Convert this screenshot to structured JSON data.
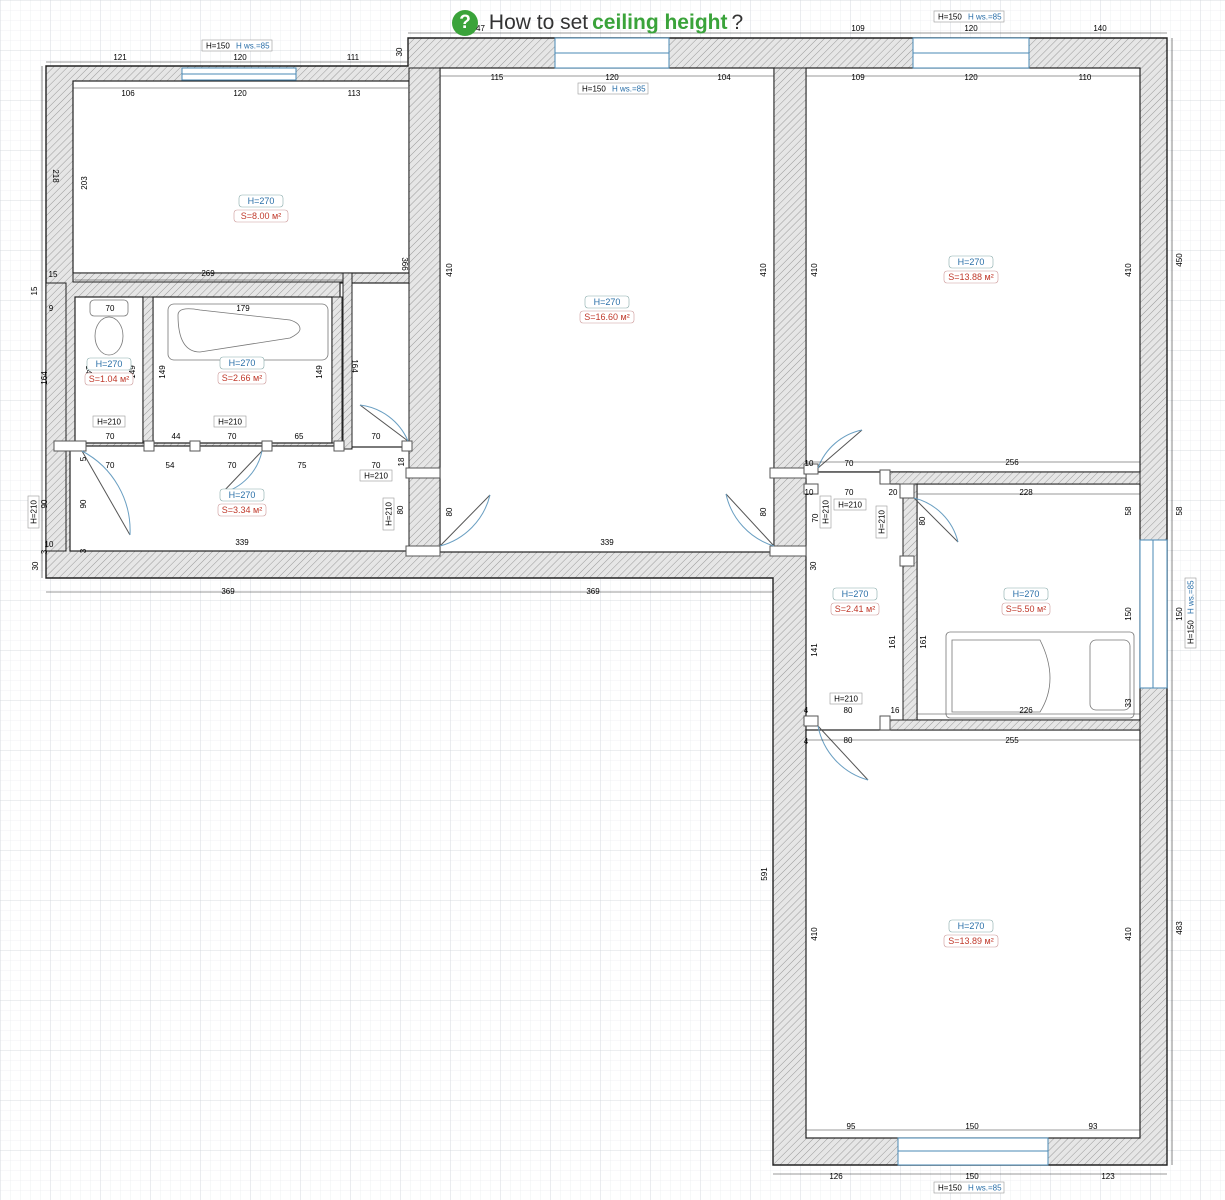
{
  "help": {
    "prefix": "How to set ",
    "highlight": "ceiling height",
    "suffix": "?",
    "dim": "47"
  },
  "window_tags": {
    "h": "H=150",
    "sill": "H ws.=85"
  },
  "door_tag": "H=210",
  "rooms": [
    {
      "h": "H=270",
      "s": "S=8.00 м²"
    },
    {
      "h": "H=270",
      "s": "S=16.60 м²"
    },
    {
      "h": "H=270",
      "s": "S=13.88 м²"
    },
    {
      "h": "H=270",
      "s": "S=1.04 м²"
    },
    {
      "h": "H=270",
      "s": "S=2.66 м²"
    },
    {
      "h": "H=270",
      "s": "S=3.34 м²"
    },
    {
      "h": "H=270",
      "s": "S=2.41 м²"
    },
    {
      "h": "H=270",
      "s": "S=5.50 м²"
    },
    {
      "h": "H=270",
      "s": "S=13.89 м²"
    }
  ],
  "dims": {
    "top_a1": "121",
    "top_a2": "120",
    "top_a3": "111",
    "top_a4": "30",
    "top_b1": "109",
    "top_b2": "120",
    "top_b3": "140",
    "r1_top1": "106",
    "r1_top2": "120",
    "r1_top3": "113",
    "r2_top1": "115",
    "r2_top2": "120",
    "r2_top3": "104",
    "r3_top1": "109",
    "r3_top2": "120",
    "r3_top3": "110",
    "left_218": "218",
    "left_203": "203",
    "left_15a": "15",
    "left_15b": "15",
    "left_9": "9",
    "left_164": "164",
    "left_90": "90",
    "left_5": "5",
    "left_10": "10",
    "left_3a": "3",
    "left_3b": "3",
    "left_30": "30",
    "r1_v366": "366",
    "r1_h269": "269",
    "wc_70": "70",
    "wc_149": "149",
    "bath_179": "179",
    "bath_149a": "149",
    "bath_149b": "149",
    "bath_164": "164",
    "c_44": "44",
    "c_70a": "70",
    "c_65": "65",
    "c_70b": "70",
    "c_70top": "70",
    "c_b70": "70",
    "c_b54": "54",
    "c_b70b": "70",
    "c_b75": "75",
    "c_b70c": "70",
    "c_18": "18",
    "c_80": "80",
    "c_339": "339",
    "c_90": "90",
    "r2_410a": "410",
    "r2_410b": "410",
    "r2_80a": "80",
    "r2_80b": "80",
    "r2_339": "339",
    "bot_369a": "369",
    "bot_369b": "369",
    "r3_410a": "410",
    "r3_410b": "410",
    "r3_450": "450",
    "r3_256": "256",
    "h_10": "10",
    "h_70a": "70",
    "h_70b": "70",
    "h_20": "20",
    "h_10b": "10",
    "h_70v": "70",
    "h_80": "80",
    "h_30": "30",
    "r5_228": "228",
    "r5_58a": "58",
    "r5_58b": "58",
    "r5_150": "150",
    "r5_161": "161",
    "r5_226": "226",
    "r5_33": "33",
    "r5_150r": "150",
    "h_161": "161",
    "h_141": "141",
    "h_16": "16",
    "h_80b": "80",
    "h_4a": "4",
    "h_4b": "4",
    "h_80c": "80",
    "h_255": "255",
    "r6_591": "591",
    "r6_410a": "410",
    "r6_410b": "410",
    "r6_483": "483",
    "r6_95": "95",
    "r6_150": "150",
    "r6_93": "93",
    "r6_126": "126",
    "r6_150b": "150",
    "r6_123": "123"
  }
}
